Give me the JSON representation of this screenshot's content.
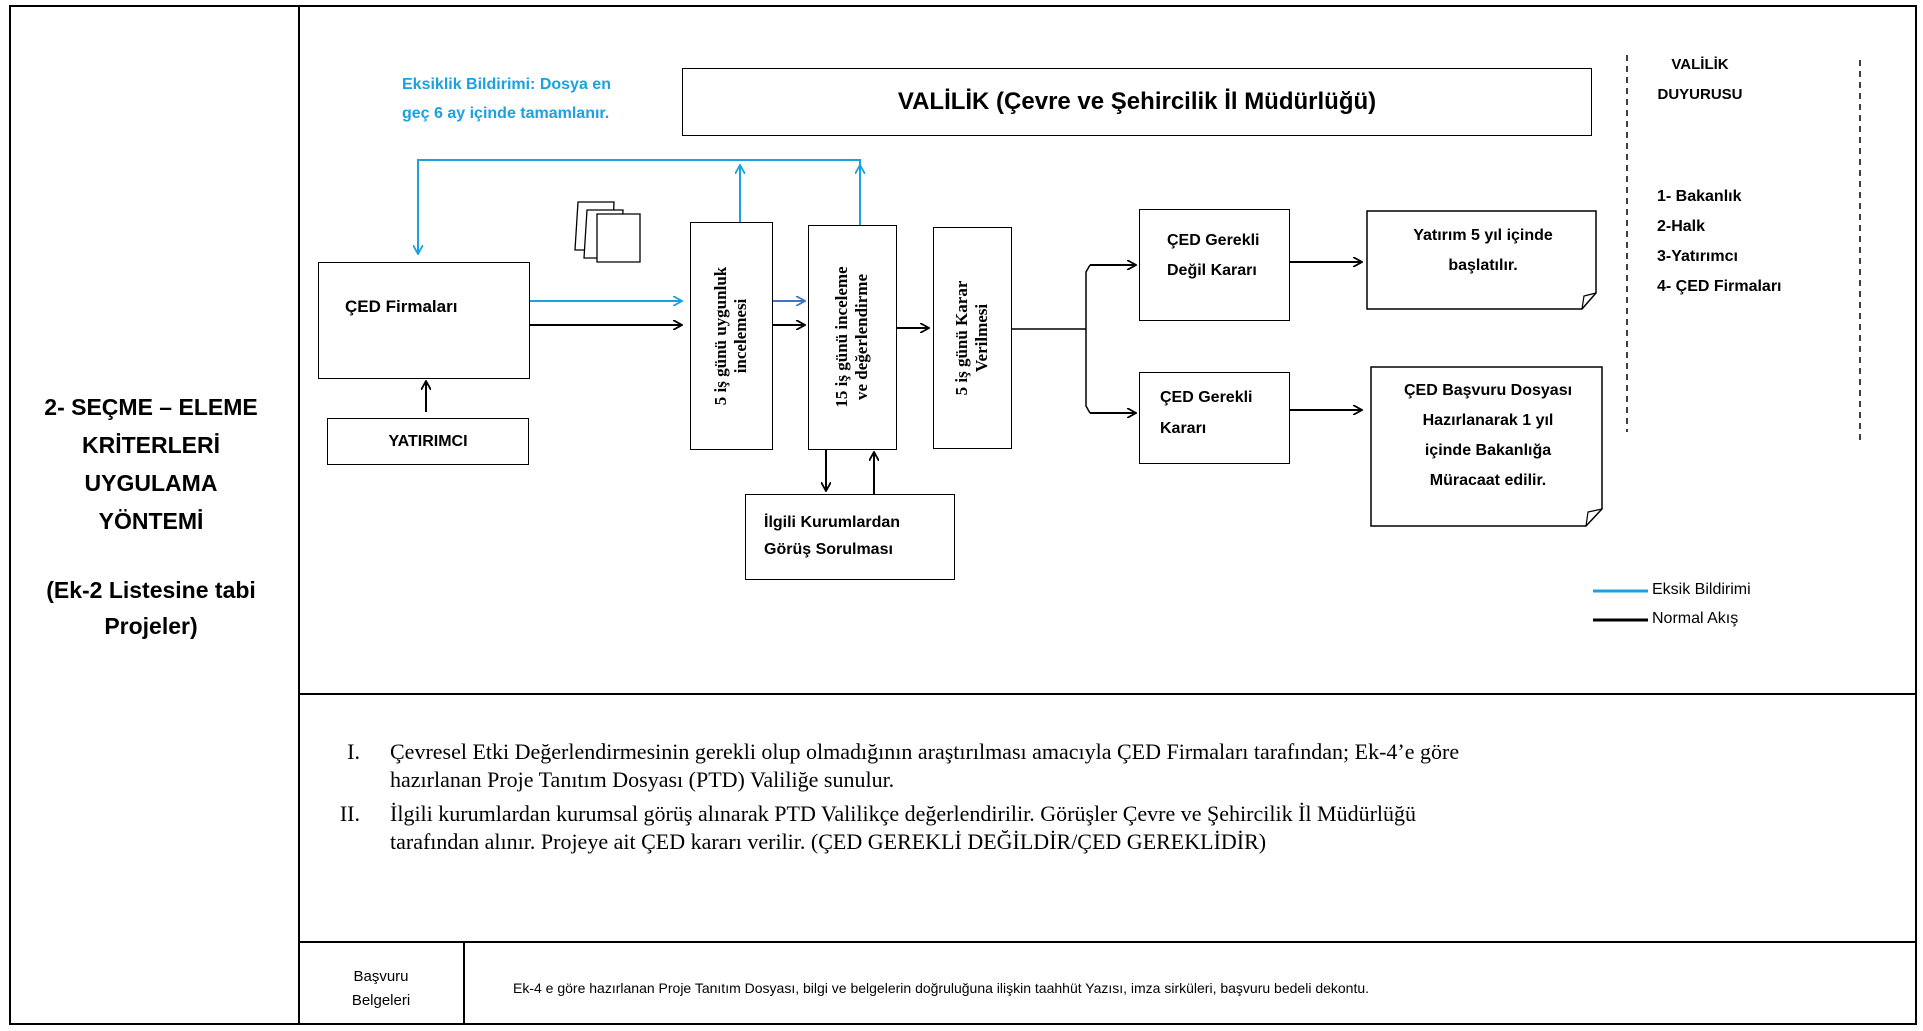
{
  "left_panel": {
    "title_lines": [
      "2- SEÇME – ELEME",
      "KRİTERLERİ",
      "UYGULAMA",
      "YÖNTEMİ"
    ],
    "subtitle_lines": [
      "(Ek-2 Listesine tabi",
      "Projeler)"
    ]
  },
  "diagram": {
    "missing_note": [
      "Eksiklik Bildirimi: Dosya en",
      "geç 6 ay içinde tamamlanır."
    ],
    "valilik_header": "VALİLİK (Çevre ve Şehircilik İl Müdürlüğü)",
    "ced_firmalari": "ÇED Firmaları",
    "yatirimci": "YATIRIMCI",
    "step1": [
      "5 iş günü uygunluk",
      "incelemesi"
    ],
    "step2": [
      "15 iş günü inceleme",
      "ve değerlendirme"
    ],
    "step3": [
      "5 iş günü Karar",
      "Verilmesi"
    ],
    "ilgili_kurumlar": [
      "İlgili Kurumlardan",
      "Görüş Sorulması"
    ],
    "ced_gerekli_degil": [
      "ÇED Gerekli",
      "Değil Kararı"
    ],
    "ced_gerekli": [
      "ÇED Gerekli",
      "Kararı"
    ],
    "yatirim_note": [
      "Yatırım 5 yıl içinde",
      "başlatılır."
    ],
    "basvuru_note": [
      "ÇED Başvuru Dosyası",
      "Hazırlanarak 1 yıl",
      "içinde Bakanlığa",
      "Müracaat edilir."
    ],
    "duyuru_title": [
      "VALİLİK",
      "DUYURUSU"
    ],
    "duyuru_items": [
      "1- Bakanlık",
      "2-Halk",
      "3-Yatırımcı",
      "4- ÇED Firmaları"
    ],
    "legend": {
      "eksik": "Eksik Bildirimi",
      "normal": "Normal Akış",
      "eksik_color": "#1ba0e0",
      "normal_color": "#000000"
    }
  },
  "explanations": [
    {
      "num": "I.",
      "lines": [
        "Çevresel Etki Değerlendirmesinin gerekli olup olmadığının araştırılması amacıyla ÇED Firmaları tarafından; Ek-4’e göre",
        "hazırlanan Proje Tanıtım Dosyası (PTD) Valiliğe sunulur."
      ]
    },
    {
      "num": "II.",
      "lines": [
        "İlgili kurumlardan kurumsal görüş alınarak PTD Valilikçe değerlendirilir.  Görüşler Çevre ve Şehircilik İl Müdürlüğü",
        "tarafından alınır.  Projeye ait ÇED kararı verilir. (ÇED GEREKLİ DEĞİLDİR/ÇED GEREKLİDİR)"
      ]
    }
  ],
  "documents": {
    "label_lines": [
      "Başvuru",
      "Belgeleri"
    ],
    "text": "Ek-4 e göre hazırlanan Proje Tanıtım Dosyası, bilgi ve belgelerin doğruluğuna ilişkin taahhüt Yazısı, imza sirküleri, başvuru bedeli dekontu."
  }
}
